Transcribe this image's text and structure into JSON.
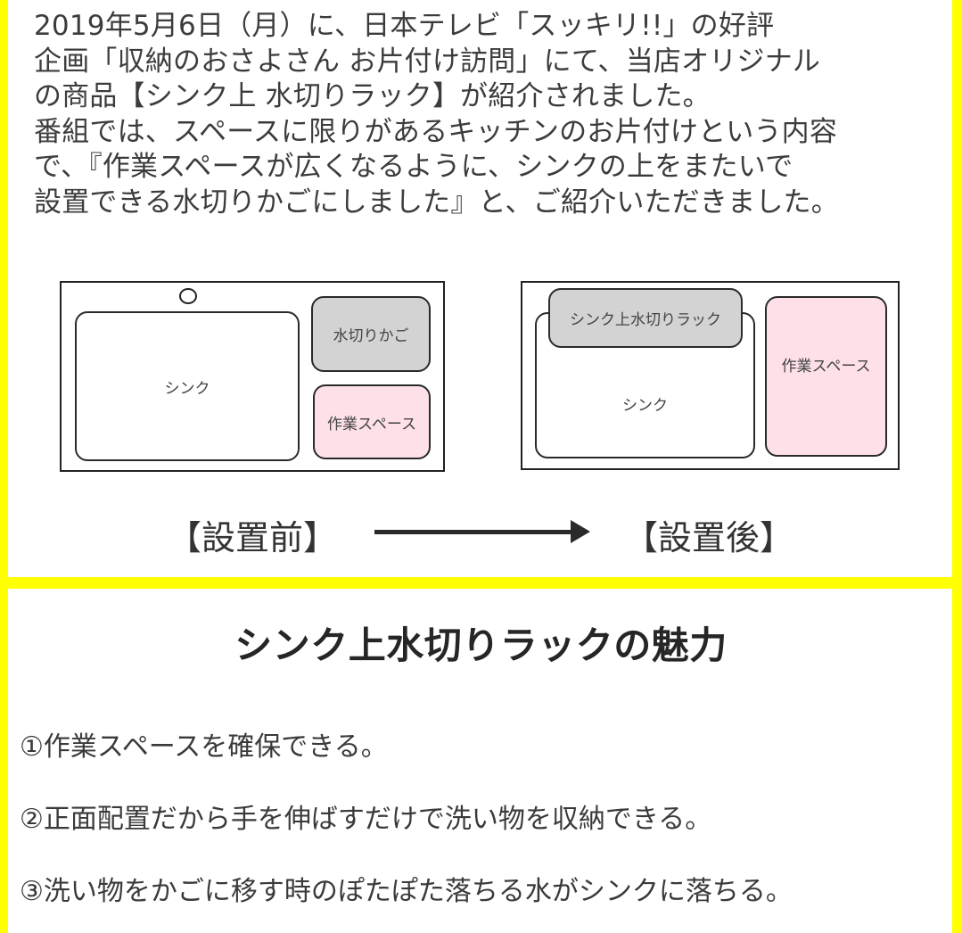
{
  "intro": {
    "lines": [
      "2019年5月6日（月）に、日本テレビ「スッキリ!!」の好評",
      "企画「収納のおさよさん お片付け訪問」にて、当店オリジナル",
      "の商品【シンク上 水切りラック】が紹介されました。",
      "番組では、スペースに限りがあるキッチンのお片付けという内容",
      "で、『作業スペースが広くなるように、シンクの上をまたいで",
      "設置できる水切りかごにしました』と、ご紹介いただきました。"
    ]
  },
  "diagram_before": {
    "sink_label": "シンク",
    "rack_label": "水切りかご",
    "workspace_label": "作業スペース",
    "caption": "【設置前】"
  },
  "diagram_after": {
    "sink_label": "シンク",
    "rack_label": "シンク上水切りラック",
    "workspace_label": "作業スペース",
    "caption": "【設置後】"
  },
  "section": {
    "title": "シンク上水切りラックの魅力",
    "merits": [
      "①作業スペースを確保できる。",
      "②正面配置だから手を伸ばすだけで洗い物を収納できる。",
      "③洗い物をかごに移す時のぽたぽた落ちる水がシンクに落ちる。"
    ]
  },
  "colors": {
    "border_yellow": "#ffff00",
    "rack_gray": "#d3d3d3",
    "workspace_pink": "#fde0e8"
  }
}
